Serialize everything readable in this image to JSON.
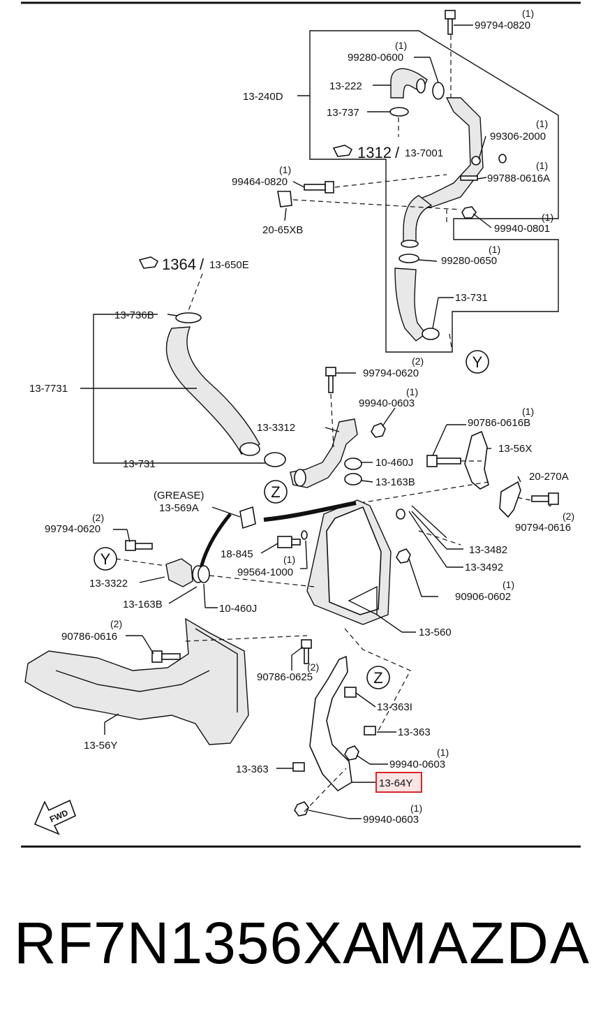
{
  "footer": {
    "part_number": "RF7N1356XA",
    "brand": "MAZDA"
  },
  "highlight_color": "#d9262b",
  "refs": {
    "ref1": "1312",
    "ref1_sub": "13-7001",
    "ref2": "1364",
    "ref2_sub": "13-650E",
    "slash": "/"
  },
  "fwd": "FWD",
  "callouts": {
    "y1": "Y",
    "y2": "Y",
    "z1": "Z",
    "z2": "Z"
  },
  "labels": {
    "l01": "99794-0820",
    "q01": "(1)",
    "l02": "99280-0600",
    "q02": "(1)",
    "l03": "13-222",
    "l04": "13-240D",
    "l05": "13-737",
    "l06": "99306-2000",
    "q06": "(1)",
    "l07": "99464-0820",
    "q07": "(1)",
    "l08": "99788-0616A",
    "q08": "(1)",
    "l09": "20-65XB",
    "l10": "99940-0801",
    "q10": "(1)",
    "l11": "99280-0650",
    "q11": "(1)",
    "l12": "13-736B",
    "l13": "13-731",
    "l14": "13-7731",
    "l15": "99794-0620",
    "q15": "(2)",
    "l16": "99940-0603",
    "q16": "(1)",
    "l17": "13-3312",
    "l18": "90786-0616B",
    "q18": "(1)",
    "l19": "13-56X",
    "l20": "13-731",
    "l21": "10-460J",
    "l22": "13-163B",
    "l23": "20-270A",
    "l24": "(GREASE)",
    "l25": "13-569A",
    "l26": "99794-0620",
    "q26": "(2)",
    "l27": "90794-0616",
    "q27": "(2)",
    "l28": "13-3482",
    "l29": "18-845",
    "l30": "99564-1000",
    "q30": "(1)",
    "l31": "13-3492",
    "l32": "13-3322",
    "l33": "90906-0602",
    "q33": "(1)",
    "l34": "13-163B",
    "l35": "10-460J",
    "l36": "13-560",
    "l37": "90786-0616",
    "q37": "(2)",
    "l38": "90786-0625",
    "q38": "(2)",
    "l39": "13-363I",
    "l40": "13-363",
    "l41": "13-56Y",
    "l42": "99940-0603",
    "q42": "(1)",
    "l43": "13-363",
    "l44": "13-64Y",
    "l45": "99940-0603",
    "q45": "(1)"
  }
}
